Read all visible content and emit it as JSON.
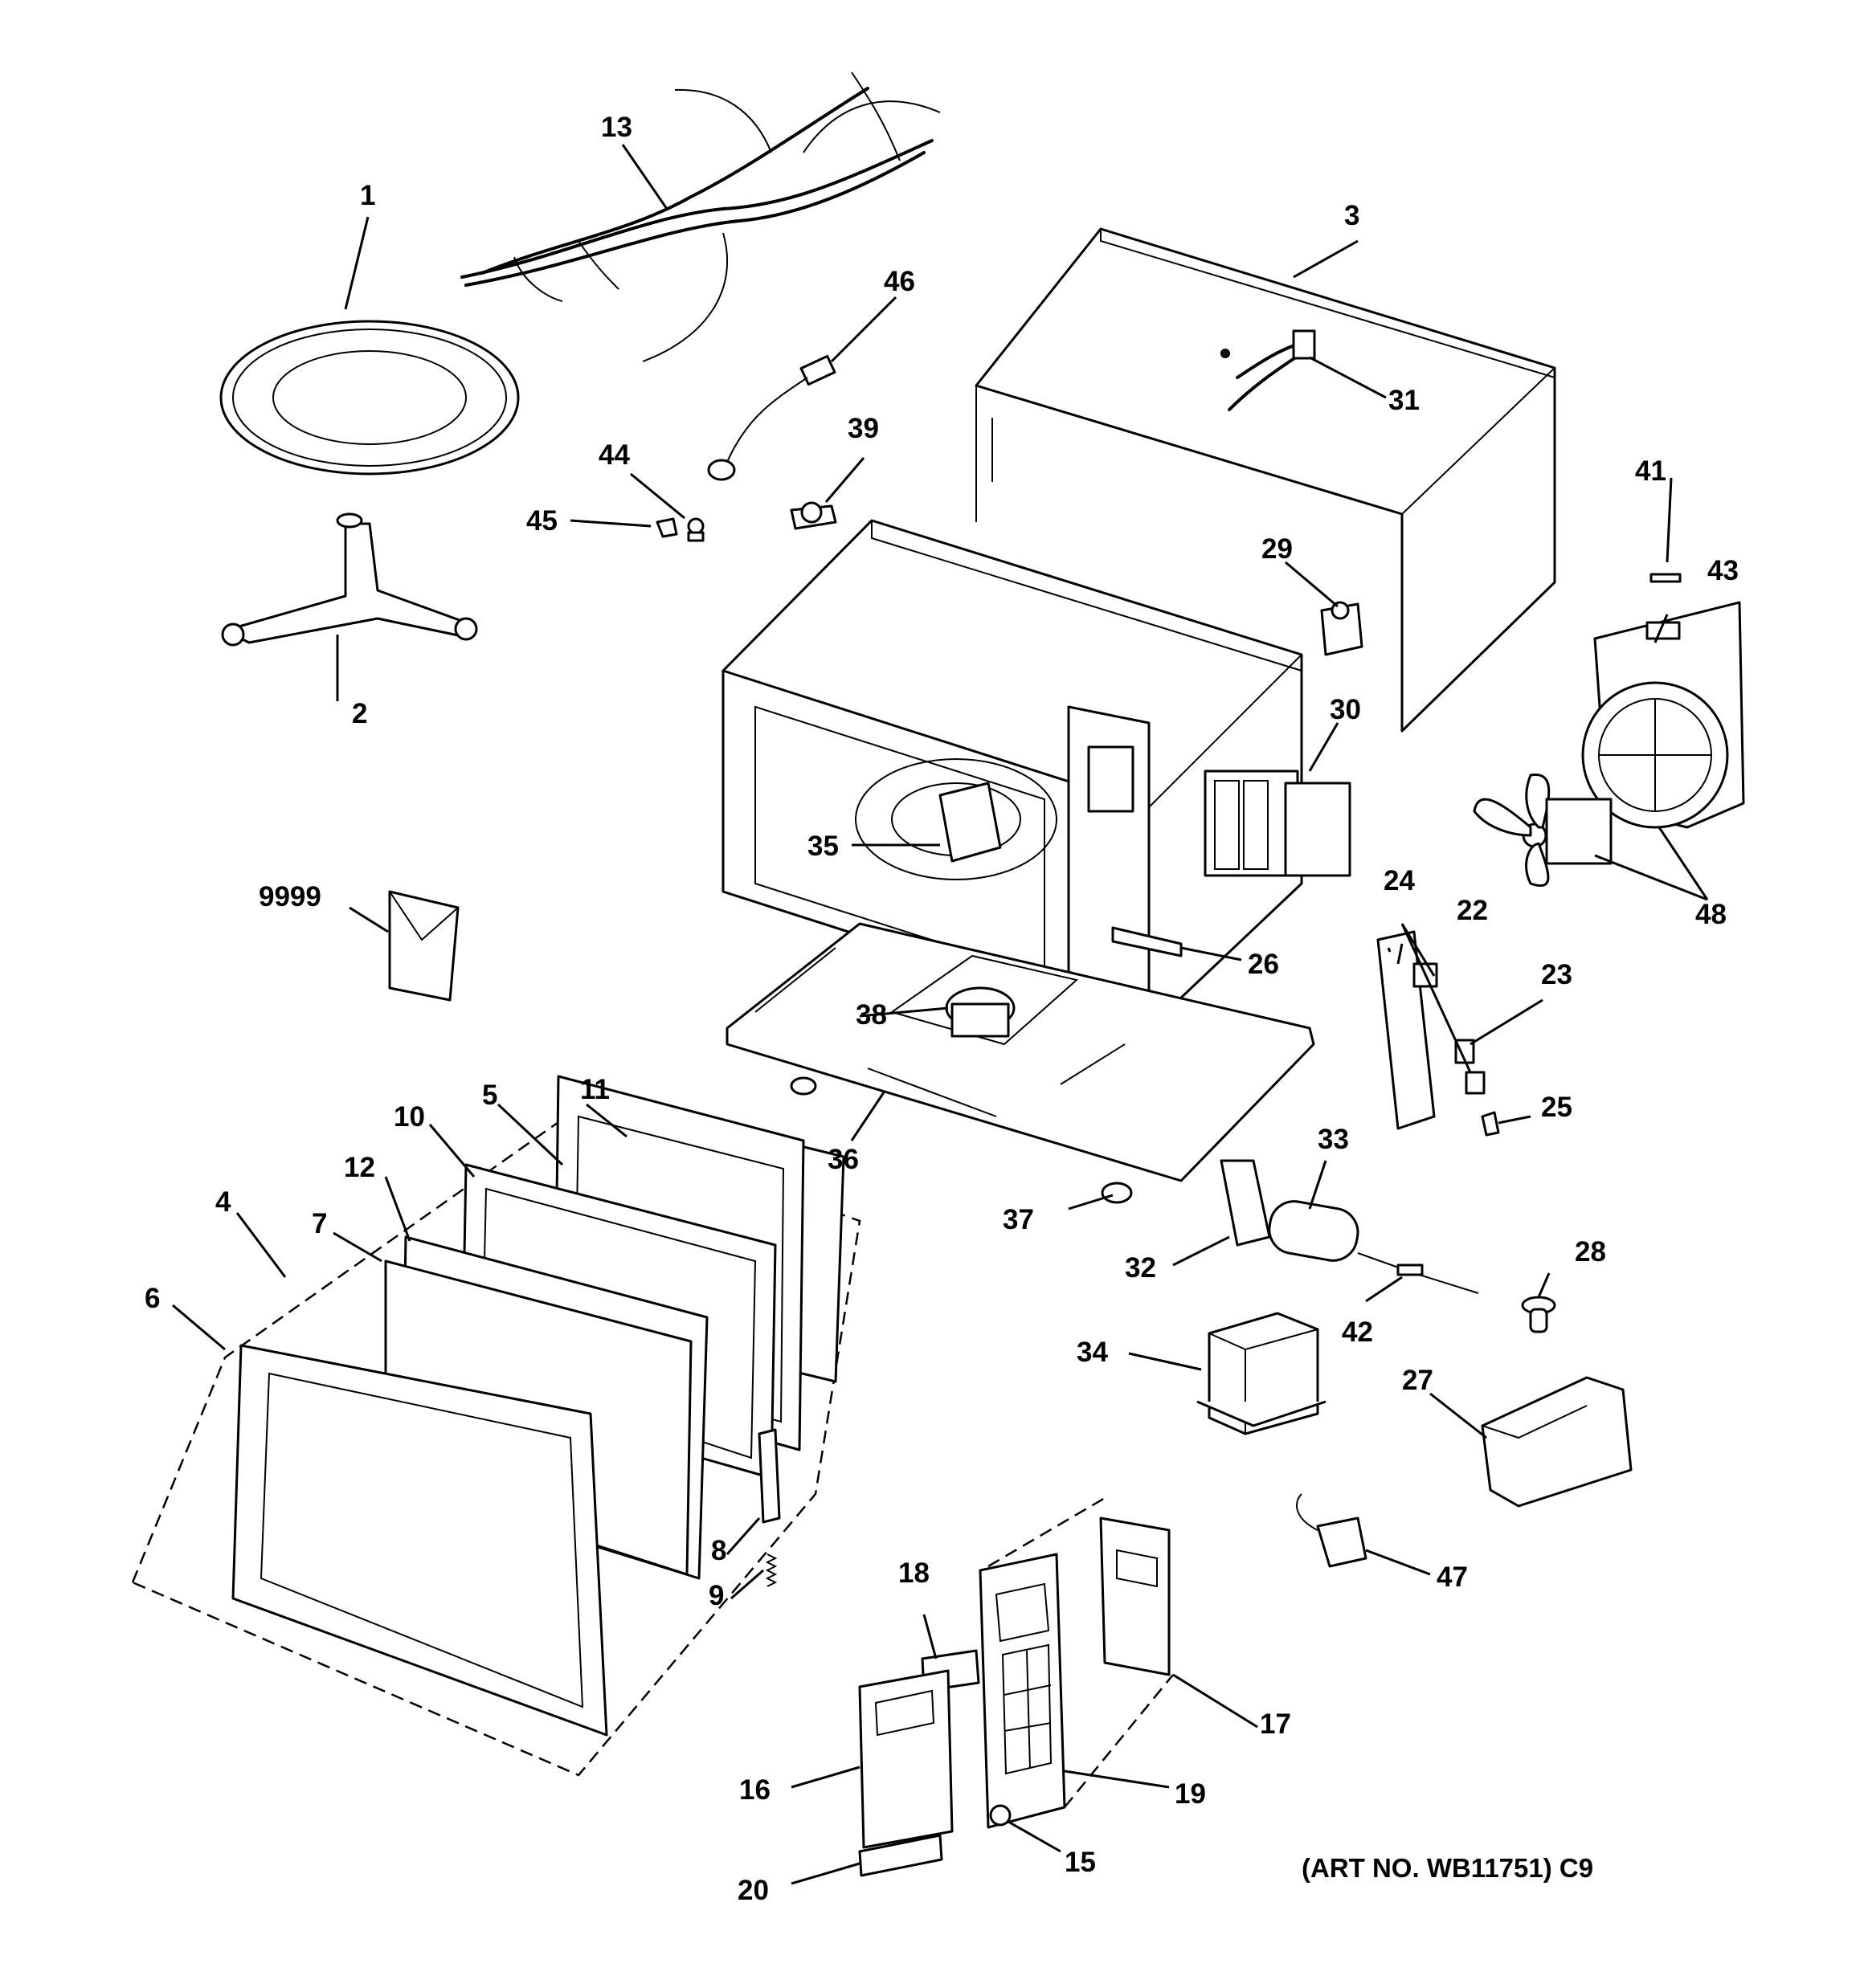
{
  "callouts": {
    "c1": "1",
    "c2": "2",
    "c3": "3",
    "c4": "4",
    "c5": "5",
    "c6": "6",
    "c7": "7",
    "c8": "8",
    "c9": "9",
    "c10": "10",
    "c11": "11",
    "c12": "12",
    "c13": "13",
    "c15": "15",
    "c16": "16",
    "c17": "17",
    "c18": "18",
    "c19": "19",
    "c20": "20",
    "c22": "22",
    "c23": "23",
    "c24": "24",
    "c25": "25",
    "c26": "26",
    "c27": "27",
    "c28": "28",
    "c29": "29",
    "c30": "30",
    "c31": "31",
    "c32": "32",
    "c33": "33",
    "c34": "34",
    "c35": "35",
    "c36": "36",
    "c37": "37",
    "c38": "38",
    "c39": "39",
    "c41": "41",
    "c42": "42",
    "c43": "43",
    "c44": "44",
    "c45": "45",
    "c46": "46",
    "c47": "47",
    "c48": "48",
    "c9999": "9999"
  },
  "caption": "(ART NO. WB11751) C9"
}
